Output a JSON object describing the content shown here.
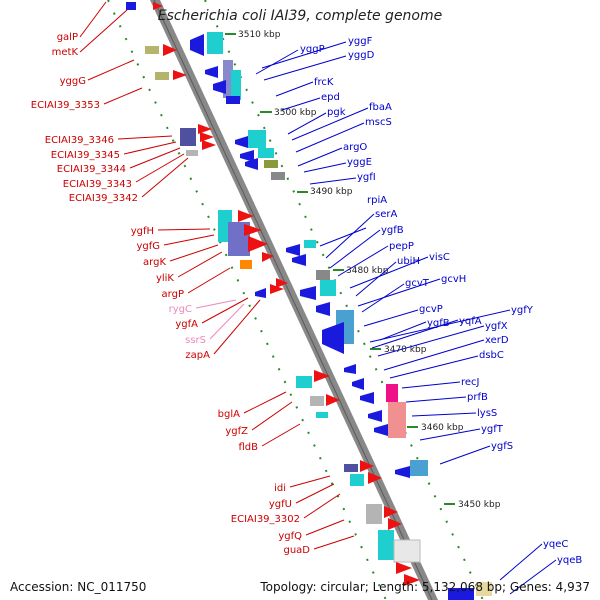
{
  "title": "Escherichia coli IAI39, complete genome",
  "footer": {
    "accession": "Accession: NC_011750",
    "summary": "Topology: circular; Length: 5,132,068 bp; Genes: 4,937"
  },
  "colors": {
    "left_labels": "#cc0000",
    "left_rna": "#ee88bb",
    "right_labels": "#0000cc",
    "backbone": "#888888",
    "ticks": "#2a8a2a"
  },
  "kbp_marks": [
    "3510 kbp",
    "3500 kbp",
    "3490 kbp",
    "3480 kbp",
    "3470 kbp",
    "3460 kbp",
    "3450 kbp"
  ],
  "left_genes": [
    "galP",
    "metK",
    "yggG",
    "ECIAI39_3353",
    "ECIAI39_3346",
    "ECIAI39_3345",
    "ECIAI39_3344",
    "ECIAI39_3343",
    "ECIAI39_3342",
    "ygfH",
    "ygfG",
    "argK",
    "yliK",
    "argP",
    "rygC",
    "ygfA",
    "ssrS",
    "zapA",
    "bglA",
    "ygfZ",
    "fldB",
    "idi",
    "ygfU",
    "ECIAI39_3302",
    "ygfQ",
    "guaD"
  ],
  "right_genes": [
    "yggF",
    "yggP",
    "yggD",
    "frcK",
    "epd",
    "pgk",
    "fbaA",
    "mscS",
    "argO",
    "yggE",
    "ygfI",
    "rpiA",
    "serA",
    "ygfB",
    "pepP",
    "visC",
    "ubiH",
    "gcvH",
    "gcvT",
    "gcvP",
    "ygfY",
    "yqfA",
    "ygfX",
    "ygfB",
    "xerD",
    "dsbC",
    "recJ",
    "prfB",
    "lysS",
    "ygfT",
    "ygfS",
    "yqeC",
    "yqeB"
  ]
}
